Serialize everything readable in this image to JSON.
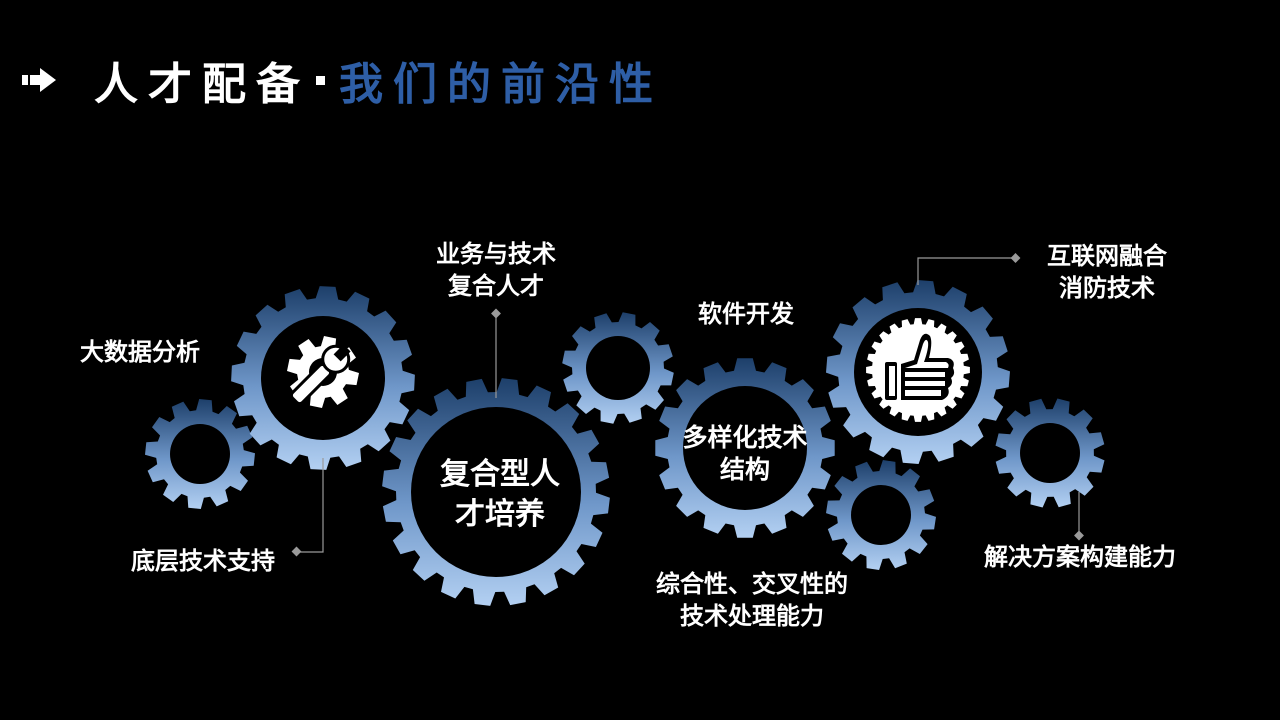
{
  "header": {
    "title_left": "人才配备",
    "title_right": "我们的前沿性",
    "arrow_icon": "right-arrow-icon"
  },
  "colors": {
    "background": "#000000",
    "accent_blue": "#2e5ea6",
    "gear_light": "#a9c8ee",
    "gear_dark": "#1d3f6a",
    "connector": "#9a9a9a"
  },
  "gears": {
    "center_main": {
      "line1": "复合型人",
      "line2": "才培养"
    },
    "center_multi": {
      "line1": "多样化技术",
      "line2": "结构"
    }
  },
  "labels": {
    "big_data": "大数据分析",
    "biz_tech": {
      "line1": "业务与技术",
      "line2": "复合人才"
    },
    "software": "软件开发",
    "internet_fire": {
      "line1": "互联网融合",
      "line2": "消防技术"
    },
    "base_support": "底层技术支持",
    "comprehensive": {
      "line1": "综合性、交叉性的",
      "line2": "技术处理能力"
    },
    "solution": "解决方案构建能力"
  },
  "icons": {
    "wrench_gear": "wrench-gear-icon",
    "thumbs_up": "thumbs-up-icon"
  }
}
